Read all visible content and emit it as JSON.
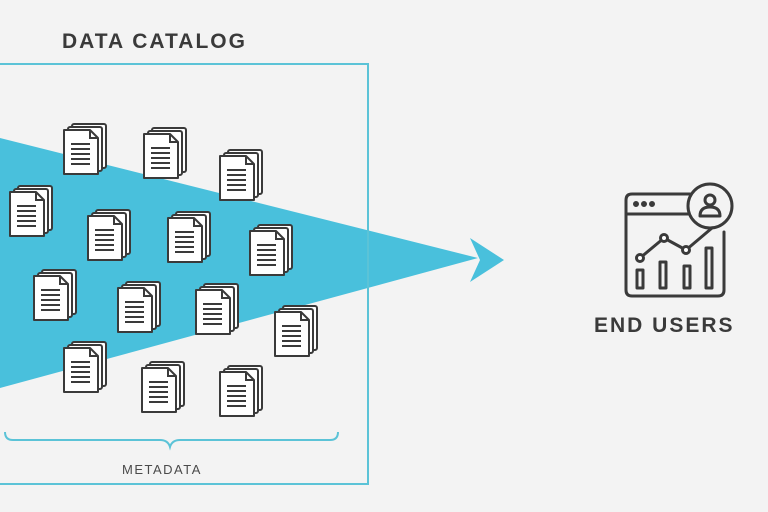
{
  "catalog": {
    "title": "DATA CATALOG",
    "metadata_label": "METADATA"
  },
  "end_users": {
    "label": "END USERS",
    "icon": "dashboard-user-icon"
  },
  "document_icon": "document-stack-icon",
  "colors": {
    "funnel": "#49c0dc",
    "frame": "#5bc3d7",
    "icon_stroke": "#3a3a3a",
    "icon_fill": "#ffffff",
    "background": "#f3f3f3"
  }
}
